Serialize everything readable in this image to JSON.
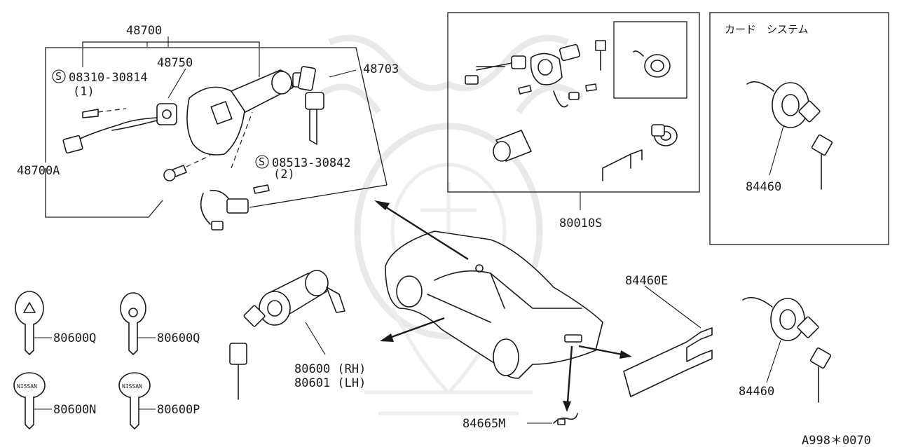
{
  "diagram": {
    "labels": {
      "p48700": "48700",
      "p48750": "48750",
      "p48703": "48703",
      "p48700a": "48700A",
      "s_mark_1": "S",
      "screw1_code": "08310-30814",
      "screw1_qty": "(1)",
      "s_mark_2": "S",
      "screw2_code": "08513-30842",
      "screw2_qty": "(2)",
      "p80010s": "80010S",
      "card_system": "カード　システム",
      "p84460_box": "84460",
      "p84460e": "84460E",
      "p84460": "84460",
      "p80600q_a": "80600Q",
      "p80600q_b": "80600Q",
      "p80600n": "80600N",
      "p80600p": "80600P",
      "p80600_rh": "80600 (RH)",
      "p80601_lh": "80601 (LH)",
      "p84665m": "84665M",
      "key_brand_1": "NISSAN",
      "key_brand_2": "NISSAN",
      "ref_code": "A998＊0070"
    }
  }
}
